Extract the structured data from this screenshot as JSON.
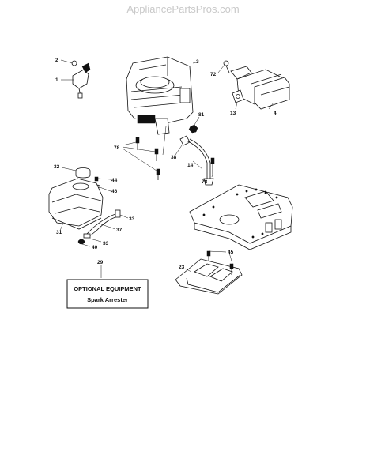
{
  "watermark": "AppliancePartsPros.com",
  "callouts": [
    {
      "id": "c2",
      "label": "2"
    },
    {
      "id": "c1",
      "label": "1"
    },
    {
      "id": "c3",
      "label": "3"
    },
    {
      "id": "c72",
      "label": "72"
    },
    {
      "id": "c13",
      "label": "13"
    },
    {
      "id": "c4",
      "label": "4"
    },
    {
      "id": "c81",
      "label": "81"
    },
    {
      "id": "c78a",
      "label": "78"
    },
    {
      "id": "c38",
      "label": "38"
    },
    {
      "id": "c14",
      "label": "14"
    },
    {
      "id": "c78b",
      "label": "78"
    },
    {
      "id": "c32",
      "label": "32"
    },
    {
      "id": "c44",
      "label": "44"
    },
    {
      "id": "c46",
      "label": "46"
    },
    {
      "id": "c33a",
      "label": "33"
    },
    {
      "id": "c31",
      "label": "31"
    },
    {
      "id": "c37",
      "label": "37"
    },
    {
      "id": "c33b",
      "label": "33"
    },
    {
      "id": "c40",
      "label": "40"
    },
    {
      "id": "c29",
      "label": "29"
    },
    {
      "id": "c45",
      "label": "45"
    },
    {
      "id": "c23",
      "label": "23"
    }
  ],
  "optional_box": {
    "title": "OPTIONAL EQUIPMENT",
    "subtitle": "Spark Arrester"
  }
}
